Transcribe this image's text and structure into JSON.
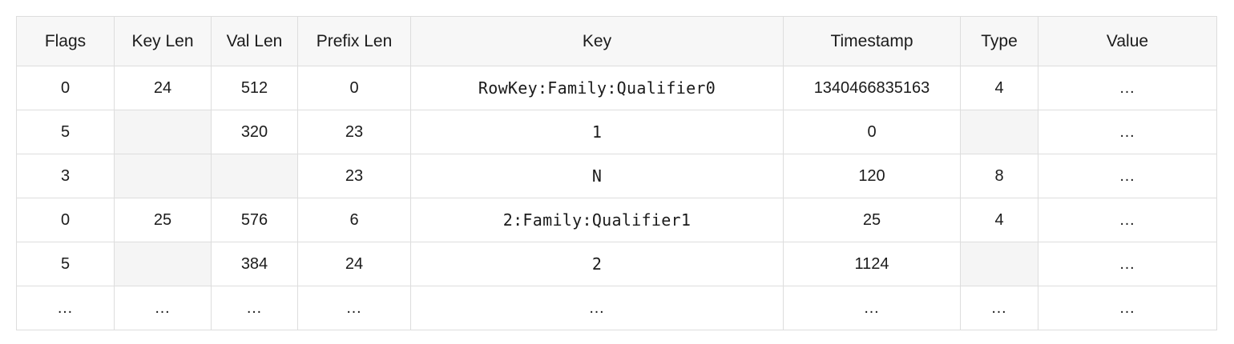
{
  "table": {
    "columns": [
      {
        "key": "flags",
        "label": "Flags",
        "mono": false
      },
      {
        "key": "key_len",
        "label": "Key Len",
        "mono": false
      },
      {
        "key": "val_len",
        "label": "Val Len",
        "mono": false
      },
      {
        "key": "prefix_len",
        "label": "Prefix Len",
        "mono": false
      },
      {
        "key": "key",
        "label": "Key",
        "mono": true
      },
      {
        "key": "timestamp",
        "label": "Timestamp",
        "mono": false
      },
      {
        "key": "type",
        "label": "Type",
        "mono": false
      },
      {
        "key": "value",
        "label": "Value",
        "mono": false
      }
    ],
    "rows": [
      {
        "flags": "0",
        "key_len": "24",
        "val_len": "512",
        "prefix_len": "0",
        "key": "RowKey:Family:Qualifier0",
        "timestamp": "1340466835163",
        "type": "4",
        "value": "…"
      },
      {
        "flags": "5",
        "key_len": "",
        "val_len": "320",
        "prefix_len": "23",
        "key": "1",
        "timestamp": "0",
        "type": "",
        "value": "…"
      },
      {
        "flags": "3",
        "key_len": "",
        "val_len": "",
        "prefix_len": "23",
        "key": "N",
        "timestamp": "120",
        "type": "8",
        "value": "…"
      },
      {
        "flags": "0",
        "key_len": "25",
        "val_len": "576",
        "prefix_len": "6",
        "key": "2:Family:Qualifier1",
        "timestamp": "25",
        "type": "4",
        "value": "…"
      },
      {
        "flags": "5",
        "key_len": "",
        "val_len": "384",
        "prefix_len": "24",
        "key": "2",
        "timestamp": "1124",
        "type": "",
        "value": "…"
      },
      {
        "flags": "…",
        "key_len": "…",
        "val_len": "…",
        "prefix_len": "…",
        "key": "…",
        "timestamp": "…",
        "type": "…",
        "value": "…"
      }
    ],
    "colors": {
      "header_background": "#f7f7f7",
      "empty_cell_background": "#f5f5f5",
      "border": "#dddddd",
      "text": "#1b1b1b",
      "page_background": "#ffffff"
    }
  }
}
